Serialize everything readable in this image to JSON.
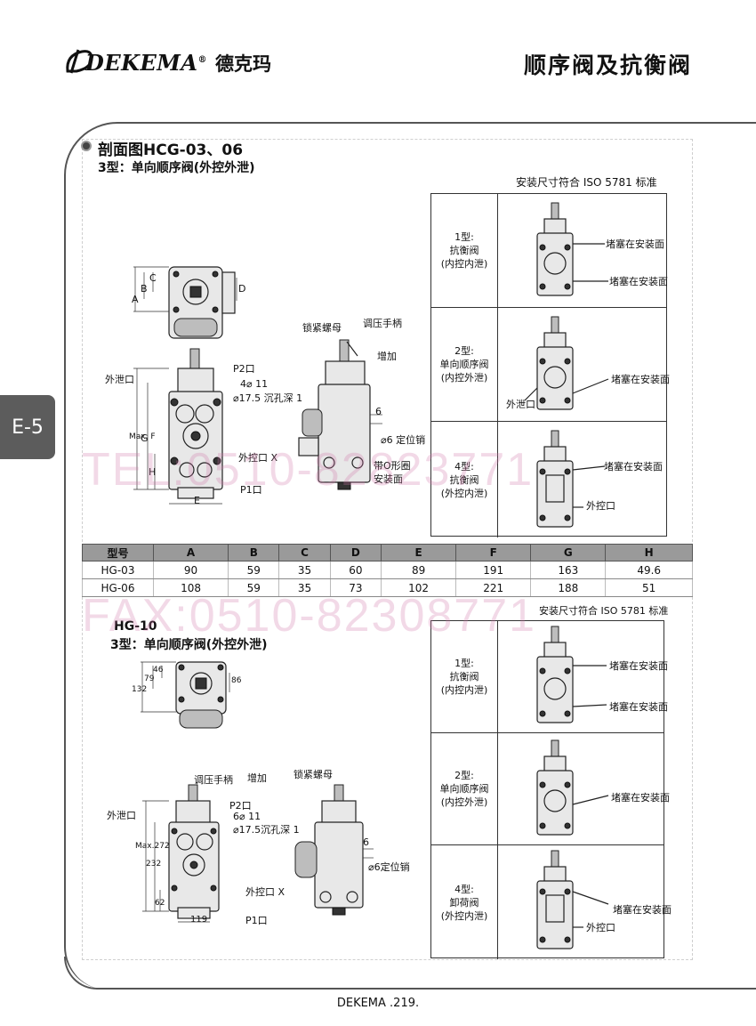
{
  "header": {
    "brand": "DEKEMA",
    "brand_cn": "德克玛",
    "title": "顺序阀及抗衡阀"
  },
  "section_tab": "E-5",
  "section1": {
    "heading": "剖面图HCG-03、06",
    "subheading": "3型：单向顺序阀(外控外泄)",
    "standard_note": "安装尺寸符合 ISO 5781 标准",
    "labels": {
      "dim_a": "A",
      "dim_b": "B",
      "dim_c": "C",
      "dim_d": "D",
      "dim_e": "E",
      "dim_f": "Max. F",
      "dim_g": "G",
      "dim_h": "H",
      "drain": "外泄口",
      "p2": "P2口",
      "bolt": "4⌀ 11",
      "counterbore": "⌀17.5 沉孔深 1",
      "pilot_x": "外控口 X",
      "p1": "P1口",
      "lock_nut": "锁紧螺母",
      "adjust_handle": "调压手柄",
      "increase": "增加",
      "six": "6",
      "pin": "⌀6 定位销",
      "oring_line1": "带O形圈",
      "oring_line2": "安装面"
    },
    "variants": [
      {
        "line1": "1型:",
        "line2": "抗衡阀",
        "line3": "(内控内泄)",
        "notes": [
          "堵塞在安装面",
          "堵塞在安装面"
        ]
      },
      {
        "line1": "2型:",
        "line2": "单向顺序阀",
        "line3": "(内控外泄)",
        "notes": [
          "外泄口",
          "堵塞在安装面"
        ]
      },
      {
        "line1": "4型:",
        "line2": "抗衡阀",
        "line3": "(外控内泄)",
        "notes": [
          "堵塞在安装面",
          "外控口"
        ]
      }
    ]
  },
  "dimension_table": {
    "headers": [
      "型号",
      "A",
      "B",
      "C",
      "D",
      "E",
      "F",
      "G",
      "H"
    ],
    "rows": [
      [
        "HG-03",
        "90",
        "59",
        "35",
        "60",
        "89",
        "191",
        "163",
        "49.6"
      ],
      [
        "HG-06",
        "108",
        "59",
        "35",
        "73",
        "102",
        "221",
        "188",
        "51"
      ]
    ]
  },
  "section2": {
    "heading": "HG-10",
    "subheading": "3型：单向顺序阀(外控外泄)",
    "standard_note": "安装尺寸符合 ISO 5781 标准",
    "labels": {
      "dim_132": "132",
      "dim_79": "79",
      "dim_46": "46",
      "dim_86": "86",
      "dim_max272": "Max.272",
      "dim_232": "232",
      "dim_62": "62",
      "dim_119": "119",
      "adjust_handle": "调压手柄",
      "increase": "增加",
      "lock_nut": "锁紧螺母",
      "drain": "外泄口",
      "p2": "P2口",
      "bolt": "6⌀ 11",
      "counterbore": "⌀17.5沉孔深 1",
      "six": "6",
      "pin": "⌀6定位销",
      "pilot_x": "外控口 X",
      "p1": "P1口"
    },
    "variants": [
      {
        "line1": "1型:",
        "line2": "抗衡阀",
        "line3": "(内控内泄)",
        "notes": [
          "堵塞在安装面",
          "堵塞在安装面"
        ]
      },
      {
        "line1": "2型:",
        "line2": "单向顺序阀",
        "line3": "(内控外泄)",
        "notes": [
          "堵塞在安装面"
        ]
      },
      {
        "line1": "4型:",
        "line2": "卸荷阀",
        "line3": "(外控内泄)",
        "notes": [
          "堵塞在安装面",
          "外控口"
        ]
      }
    ]
  },
  "watermarks": {
    "tel": "TEL:0510-82823771",
    "fax": "FAX:0510-82308771"
  },
  "footer": "DEKEMA .219."
}
